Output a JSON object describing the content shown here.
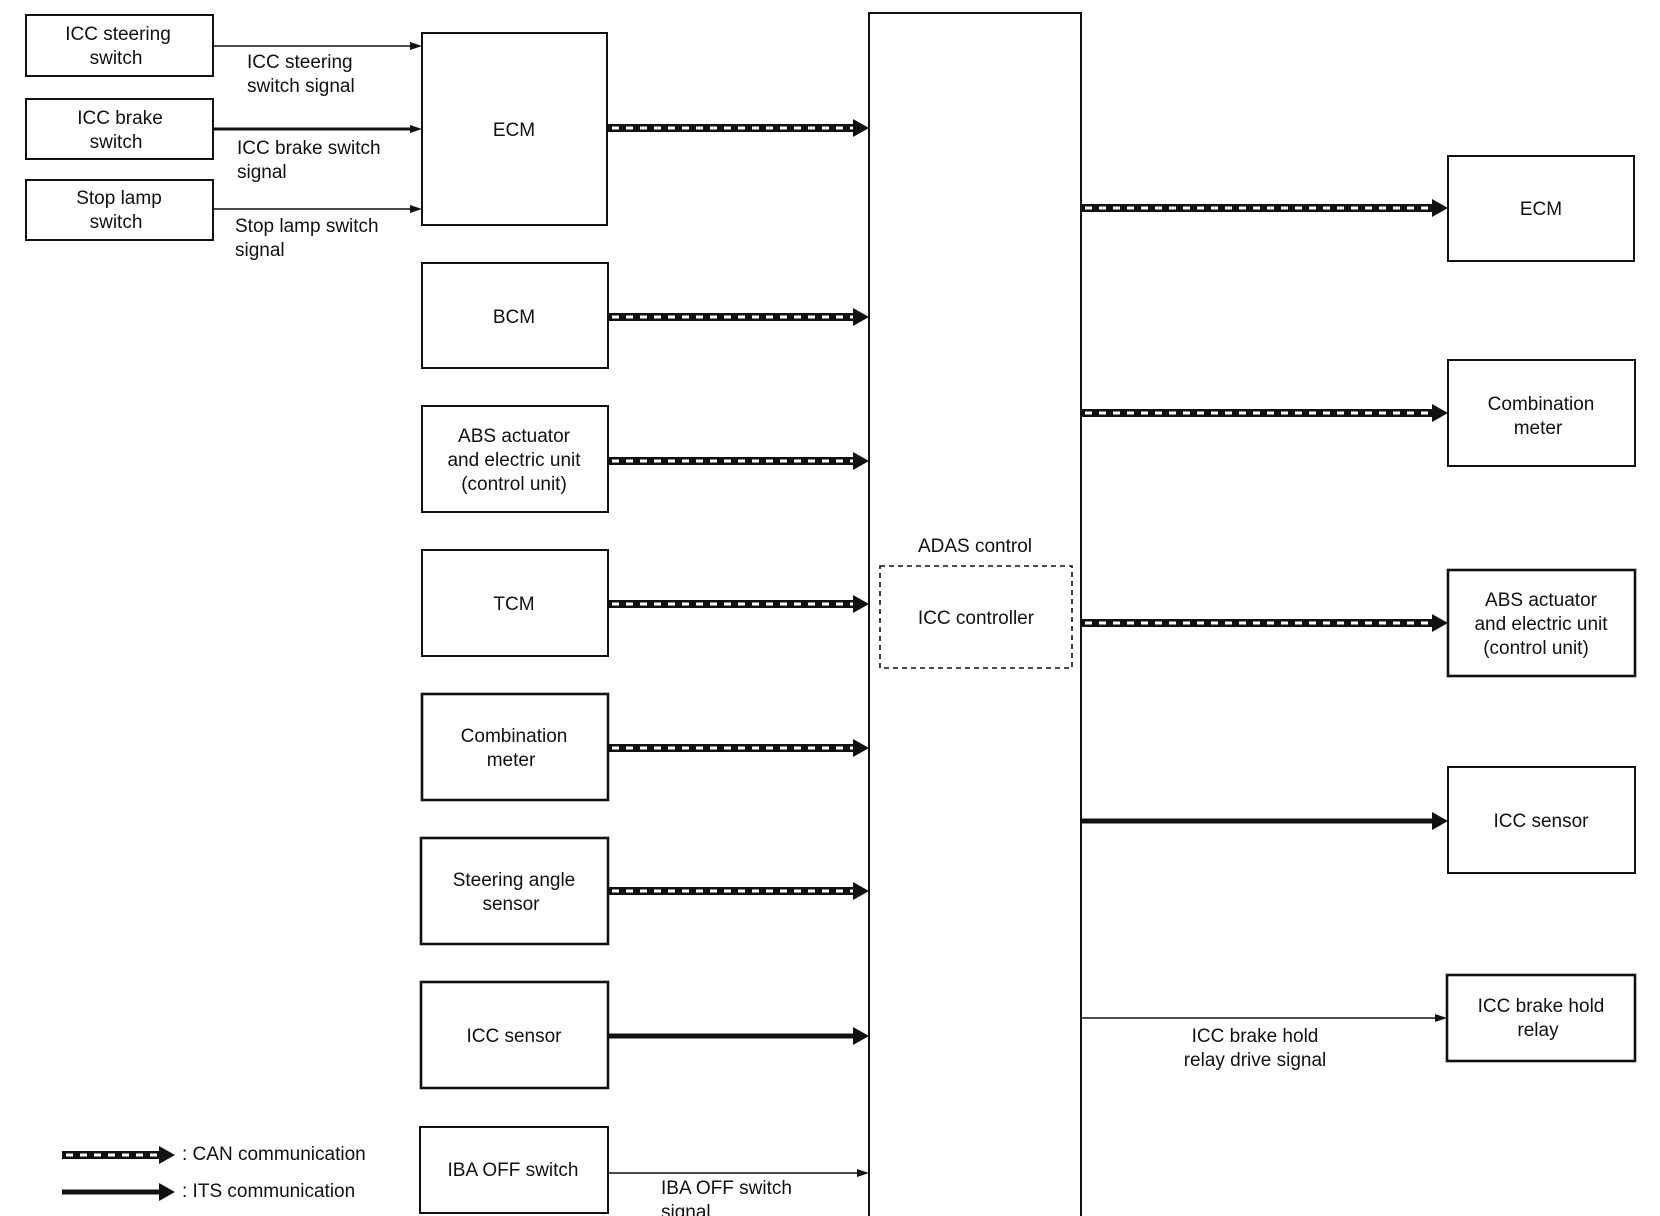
{
  "inputs_left": {
    "icc_steering_switch": [
      "ICC steering",
      "switch"
    ],
    "icc_brake_switch": [
      "ICC brake",
      "switch"
    ],
    "stop_lamp_switch": [
      "Stop lamp",
      "switch"
    ]
  },
  "input_signals": {
    "icc_steering_switch_signal": [
      "ICC steering",
      "switch signal"
    ],
    "icc_brake_switch_signal": [
      "ICC brake switch",
      "signal"
    ],
    "stop_lamp_switch_signal": [
      "Stop lamp switch",
      "signal"
    ],
    "iba_off_switch_signal": [
      "IBA OFF switch",
      "signal"
    ]
  },
  "sources": {
    "ecm": [
      "ECM"
    ],
    "bcm": [
      "BCM"
    ],
    "abs": [
      "ABS actuator",
      "and electric unit",
      "(control unit)"
    ],
    "tcm": [
      "TCM"
    ],
    "combination_meter": [
      "Combination",
      "meter"
    ],
    "steering_angle_sensor": [
      "Steering angle",
      "sensor"
    ],
    "icc_sensor": [
      "ICC sensor"
    ],
    "iba_off_switch": [
      "IBA OFF switch"
    ]
  },
  "controller": {
    "title": "ADAS control",
    "inner": "ICC controller"
  },
  "targets": {
    "ecm": [
      "ECM"
    ],
    "combination_meter": [
      "Combination",
      "meter"
    ],
    "abs": [
      "ABS actuator",
      "and electric unit",
      "(control unit)"
    ],
    "icc_sensor": [
      "ICC sensor"
    ],
    "icc_brake_hold_relay": [
      "ICC brake hold",
      "relay"
    ]
  },
  "output_signals": {
    "icc_brake_hold_relay_drive_signal": [
      "ICC brake hold",
      "relay drive signal"
    ]
  },
  "legend": {
    "can": ": CAN communication",
    "its": ": ITS communication"
  }
}
